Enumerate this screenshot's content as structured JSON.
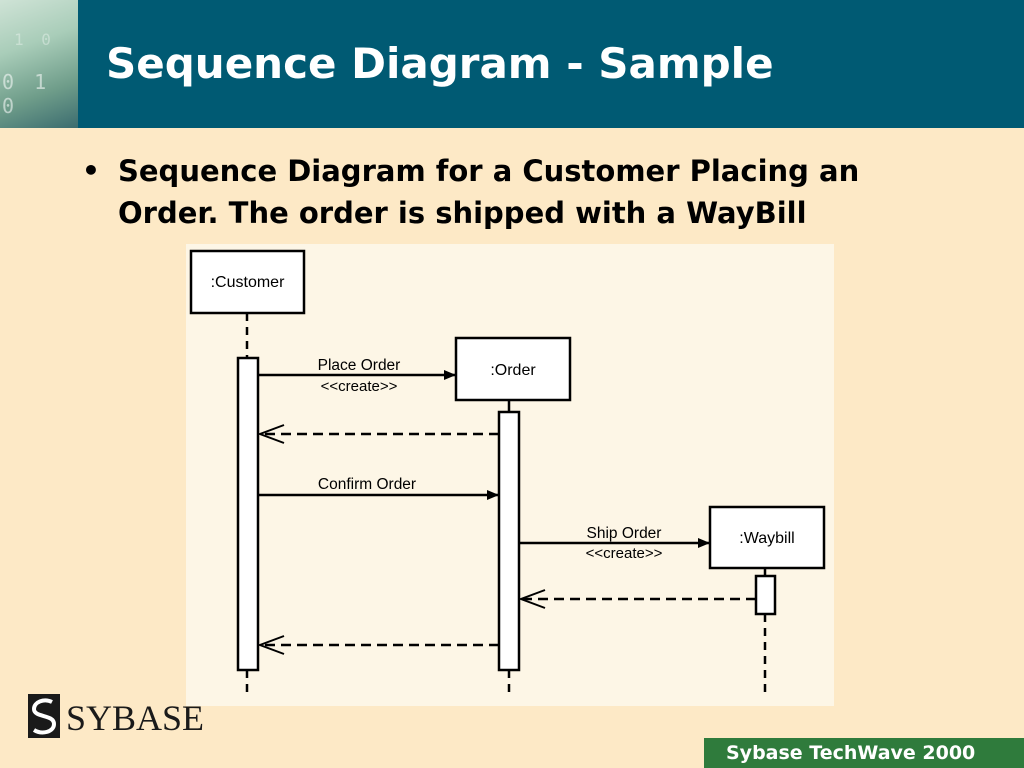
{
  "slide": {
    "title": "Sequence Diagram - Sample",
    "bullet": "Sequence Diagram for a Customer Placing an Order.  The order is shipped with a WayBill",
    "bullet_marker": "•"
  },
  "diagram": {
    "objects": {
      "customer": ":Customer",
      "order": ":Order",
      "waybill": ":Waybill"
    },
    "messages": {
      "place_order": "Place Order",
      "place_order_stereotype": "<<create>>",
      "confirm_order": "Confirm Order",
      "ship_order": "Ship Order",
      "ship_order_stereotype": "<<create>>"
    }
  },
  "branding": {
    "logo_text": "SYBASE",
    "footer": "Sybase TechWave 2000"
  },
  "colors": {
    "header": "#005a73",
    "background": "#fde9c6",
    "footer": "#2f7b3c"
  }
}
